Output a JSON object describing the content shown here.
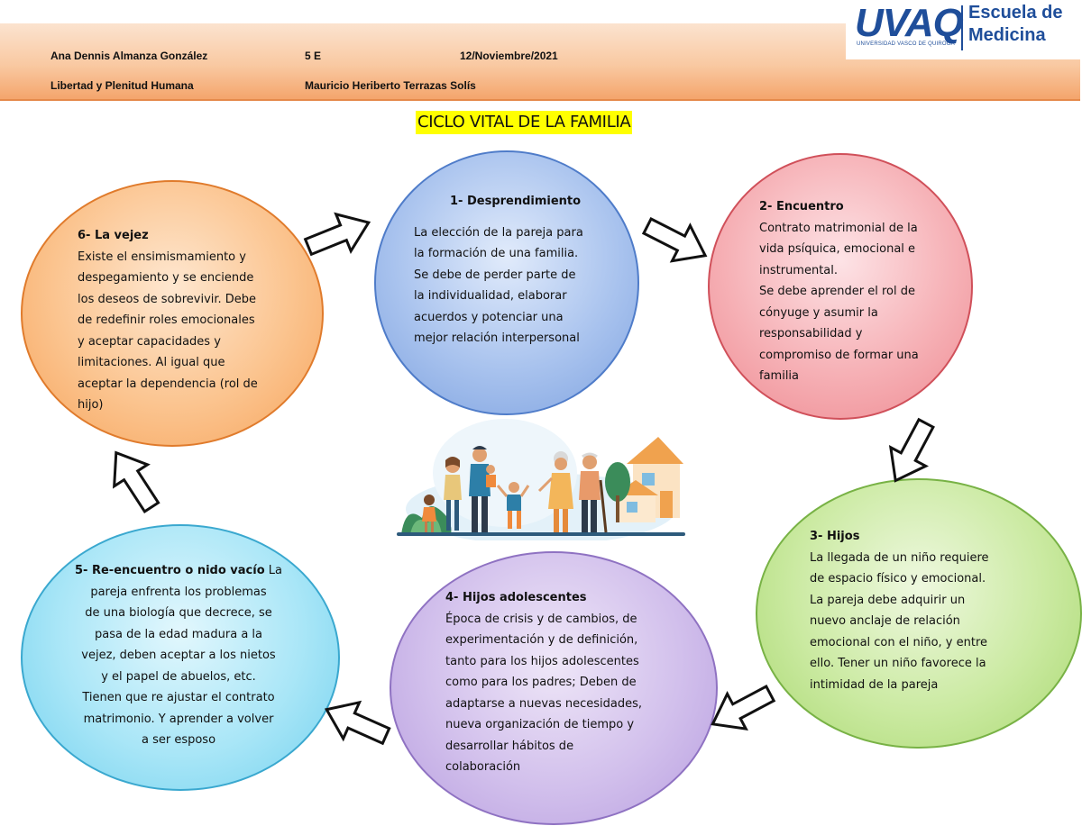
{
  "header": {
    "student_name": "Ana Dennis Almanza González",
    "group": "5 E",
    "date": "12/Noviembre/2021",
    "subject": "Libertad y Plenitud Humana",
    "teacher": "Mauricio Heriberto Terrazas Solís"
  },
  "logo": {
    "brand": "UVAQ",
    "brand_sub": "UNIVERSIDAD VASCO DE QUIROGA",
    "school_line1": "Escuela de",
    "school_line2": "Medicina"
  },
  "title": "CICLO VITAL DE LA FAMILIA",
  "stages": [
    {
      "heading": "1-    Desprendimiento",
      "lines": [
        "La elección de la pareja para",
        "la formación de una familia.",
        "Se debe de perder parte de",
        "la individualidad, elaborar",
        "acuerdos y potenciar una",
        "mejor relación interpersonal"
      ],
      "color": "#6d95d9"
    },
    {
      "heading": "2- Encuentro",
      "lines": [
        "Contrato matrimonial de la",
        "vida psíquica, emocional e",
        "instrumental.",
        "Se debe aprender el rol de",
        "cónyuge y asumir la",
        "responsabilidad y",
        "compromiso de formar una",
        "familia"
      ],
      "color": "#f07f86"
    },
    {
      "heading": "3- Hijos",
      "lines": [
        "La llegada de un niño requiere",
        "de espacio físico y emocional.",
        "La pareja debe adquirir un",
        "nuevo anclaje de relación",
        "emocional con el niño, y entre",
        "ello. Tener un niño favorece la",
        "intimidad de la pareja"
      ],
      "color": "#a6d96a"
    },
    {
      "heading": "4- Hijos adolescentes",
      "lines": [
        "Época de crisis y de cambios, de",
        "experimentación y de definición,",
        "tanto para los hijos adolescentes",
        "como para los padres; Deben de",
        "adaptarse a nuevas necesidades,",
        "nueva organización de tiempo y",
        "desarrollar hábitos de",
        "colaboración"
      ],
      "color": "#b79bd9"
    },
    {
      "heading": "5- Re-encuentro o nido vacío",
      "heading_tail": " La",
      "lines": [
        "pareja enfrenta los problemas",
        "de una biología que decrece, se",
        "pasa de la edad madura a la",
        "vejez, deben aceptar a los nietos",
        "y el papel de abuelos, etc.",
        "Tienen que re ajustar el contrato",
        "matrimonio. Y aprender a volver",
        "a ser esposo"
      ],
      "color": "#6fd0ef"
    },
    {
      "heading": "6- La vejez",
      "lines": [
        "Existe el ensimismamiento y",
        "despegamiento y se enciende",
        "los deseos de sobrevivir. Debe",
        "de redefinir roles emocionales",
        "y aceptar capacidades y",
        "limitaciones. Al igual que",
        "aceptar la dependencia (rol de",
        "hijo)"
      ],
      "color": "#f6a35a"
    }
  ]
}
